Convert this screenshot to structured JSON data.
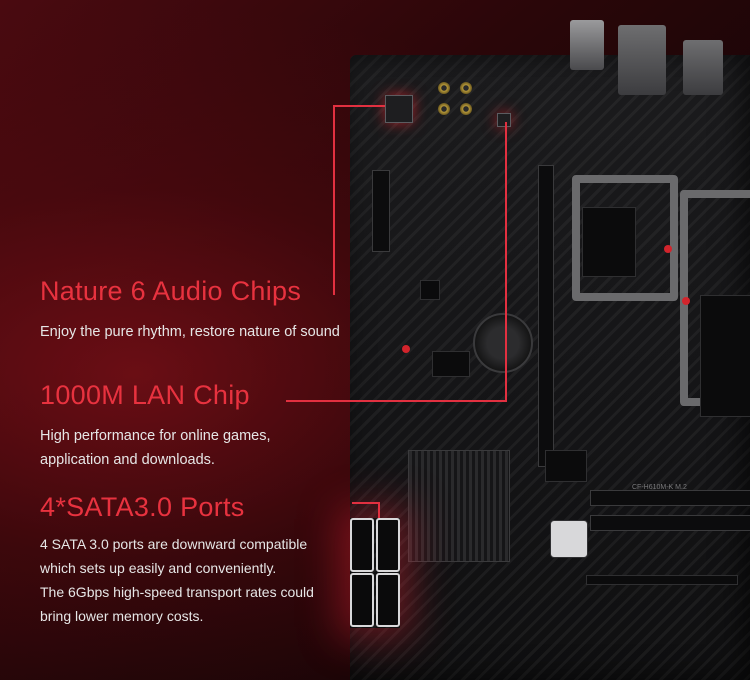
{
  "features": [
    {
      "title": "Nature 6 Audio Chips",
      "desc_lines": [
        "Enjoy the pure rhythm, restore nature of sound"
      ]
    },
    {
      "title": "1000M LAN Chip",
      "desc_lines": [
        "High performance for online games,",
        "application and downloads."
      ]
    },
    {
      "title": "4*SATA3.0 Ports",
      "desc_lines": [
        "4 SATA 3.0 ports are downward compatible",
        "which sets up easily and conveniently.",
        "The 6Gbps high-speed transport rates could",
        "bring lower memory costs."
      ]
    }
  ],
  "board_label": "CF-H610M-K M.2",
  "colors": {
    "accent": "#e8323f",
    "text": "#e6e6e6",
    "background": "#1a0507"
  }
}
